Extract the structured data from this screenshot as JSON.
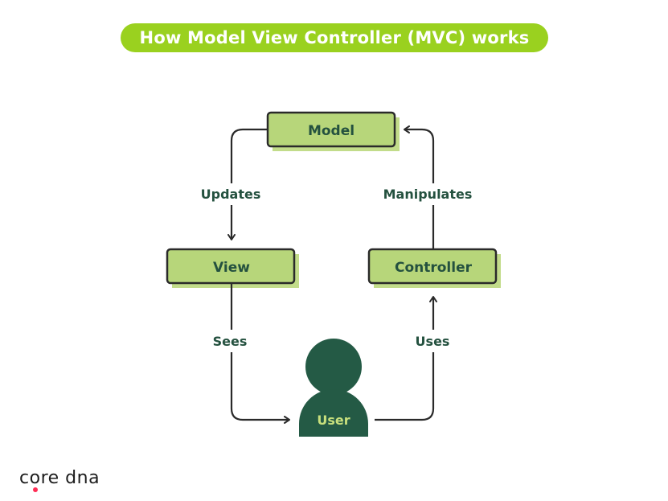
{
  "title": "How Model View Controller (MVC) works",
  "nodes": {
    "model": "Model",
    "view": "View",
    "controller": "Controller",
    "user": "User"
  },
  "edges": {
    "updates": "Updates",
    "manipulates": "Manipulates",
    "sees": "Sees",
    "uses": "Uses"
  },
  "logo": {
    "text_c": "c",
    "text_o": "o",
    "text_rest": "re dna"
  },
  "colors": {
    "title_bg": "#9ad11f",
    "node_fill": "#b7d67a",
    "node_shadow": "#c2dc8a",
    "dark_green": "#24513f",
    "user_fill": "#245a45",
    "line": "#2a2a2a",
    "logo_dot": "#ff2d55"
  }
}
